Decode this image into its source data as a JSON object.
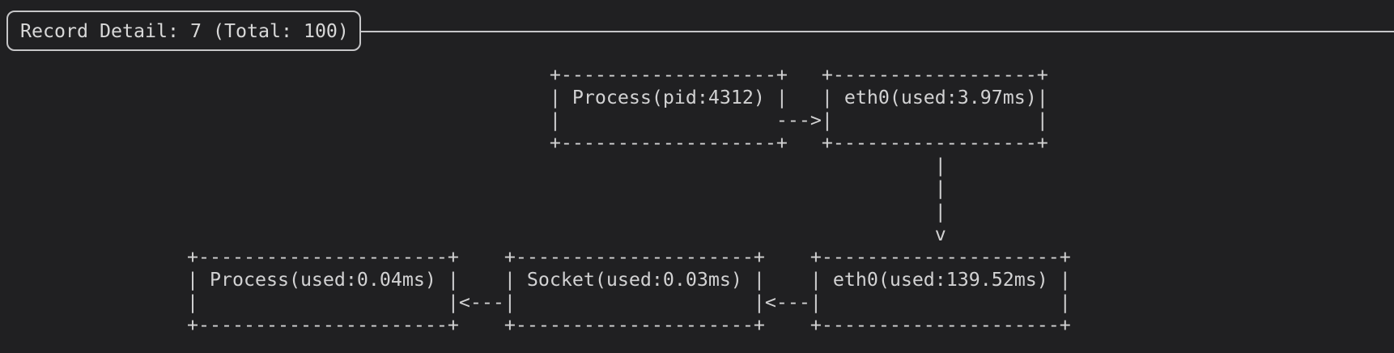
{
  "panel": {
    "title": "Record Detail: 7 (Total: 100)",
    "record_index": "7",
    "total_records": "100"
  },
  "diagram": {
    "ascii_lines": [
      "                                                +-------------------+   +------------------+",
      "                                                | Process(pid:4312) |   | eth0(used:3.97ms)|",
      "                                                |                   --->|                  |",
      "                                                +-------------------+   +------------------+",
      "                                                                                  |",
      "                                                                                  |",
      "                                                                                  |",
      "                                                                                  v",
      "                +----------------------+    +---------------------+    +---------------------+",
      "                | Process(used:0.04ms) |    | Socket(used:0.03ms) |    | eth0(used:139.52ms) |",
      "                |                      |<---|                     |<---|                     |",
      "                +----------------------+    +---------------------+    +---------------------+"
    ],
    "nodes": [
      {
        "id": "process-top",
        "label": "Process(pid:4312)"
      },
      {
        "id": "eth0-top",
        "label": "eth0(used:3.97ms)"
      },
      {
        "id": "process-bottom",
        "label": "Process(used:0.04ms)"
      },
      {
        "id": "socket-bottom",
        "label": "Socket(used:0.03ms)"
      },
      {
        "id": "eth0-bottom",
        "label": "eth0(used:139.52ms)"
      }
    ],
    "edges": [
      "Process(pid:4312) -> eth0(used:3.97ms)",
      "eth0(used:3.97ms) -> eth0(used:139.52ms)",
      "eth0(used:139.52ms) -> Socket(used:0.03ms)",
      "Socket(used:0.03ms) -> Process(used:0.04ms)"
    ]
  },
  "colors": {
    "background": "#202022",
    "foreground": "#d2d2d3",
    "border": "#c6c6c8"
  }
}
